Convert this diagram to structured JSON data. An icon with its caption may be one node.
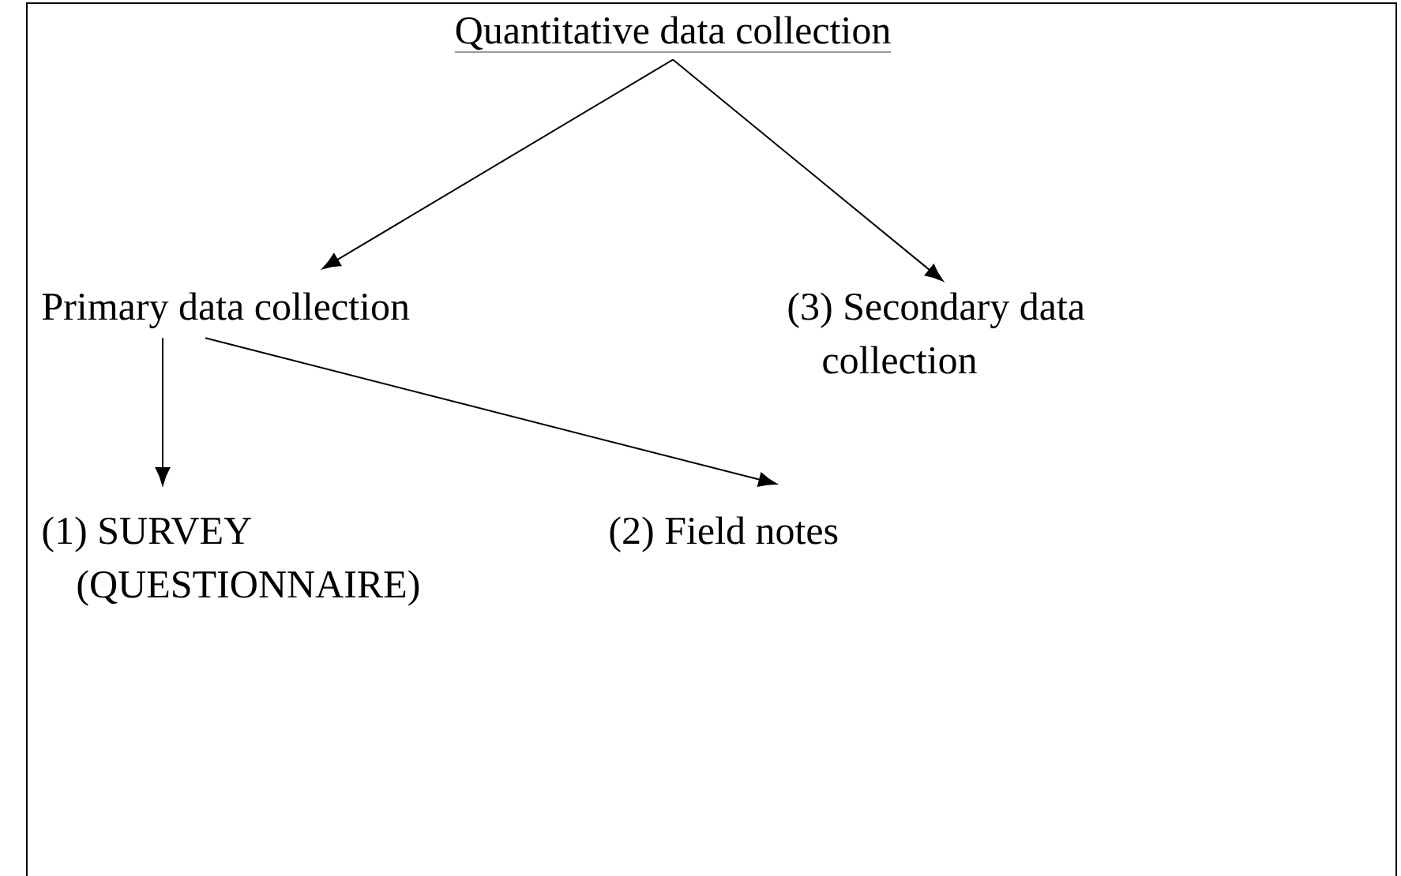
{
  "diagram": {
    "nodes": [
      {
        "text": [
          "Quantitative data collection"
        ]
      },
      {
        "text": [
          "Primary data collection"
        ]
      },
      {
        "text": [
          "(3) Secondary data collection"
        ]
      },
      {
        "text": [
          "(1) SURVEY (QUESTIONNAIRE)"
        ]
      },
      {
        "text": [
          "(2) Field notes"
        ]
      }
    ],
    "edges": [
      {
        "from": 0,
        "to": 1,
        "arrow": "to"
      },
      {
        "from": 0,
        "to": 2,
        "arrow": "to"
      },
      {
        "from": 1,
        "to": 3,
        "arrow": "to"
      },
      {
        "from": 1,
        "to": 4,
        "arrow": "to"
      }
    ]
  }
}
